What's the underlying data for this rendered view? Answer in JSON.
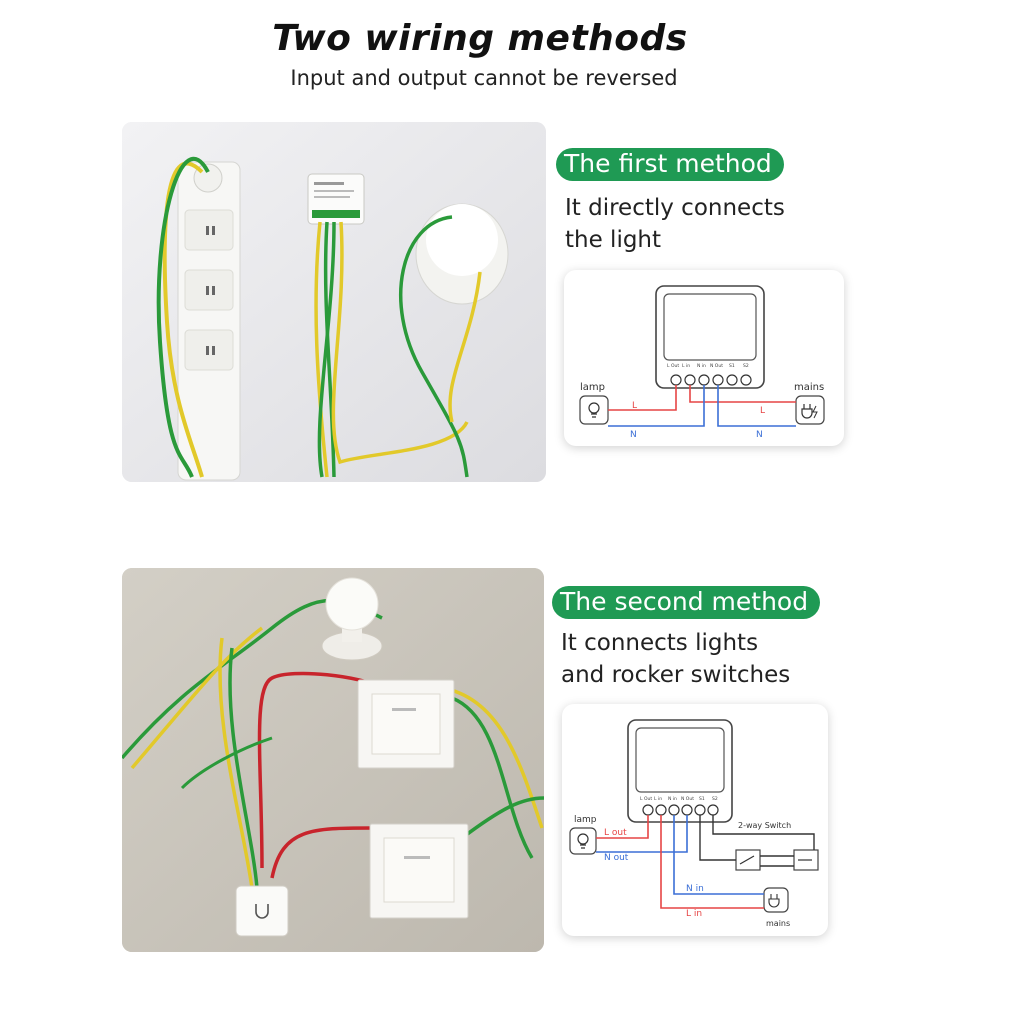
{
  "header": {
    "title": "Two wiring methods",
    "subtitle": "Input and output cannot be reversed"
  },
  "first": {
    "pill": "The first method",
    "desc_line1": "It directly connects",
    "desc_line2": "the light",
    "diagram": {
      "terminals": [
        "L Out",
        "L in",
        "N in",
        "N Out",
        "S1",
        "S2"
      ],
      "lamp_label": "lamp",
      "mains_label": "mains",
      "wire_l_left": "L",
      "wire_l_right": "L",
      "wire_n_left": "N",
      "wire_n_right": "N"
    }
  },
  "second": {
    "pill": "The second method",
    "desc_line1": "It connects lights",
    "desc_line2": "and rocker switches",
    "diagram": {
      "terminals": [
        "L Out",
        "L in",
        "N in",
        "N Out",
        "S1",
        "S2"
      ],
      "lamp_label": "lamp",
      "mains_label": "mains",
      "l_out": "L out",
      "n_out": "N out",
      "n_in": "N in",
      "l_in": "L in",
      "switch_label": "2-way Switch"
    }
  },
  "colors": {
    "accent_green": "#1f9a54",
    "wire_red": "#e64545",
    "wire_blue": "#3b6fd6",
    "wire_green": "#2a9a3a",
    "wire_yellow": "#e2c92a"
  }
}
